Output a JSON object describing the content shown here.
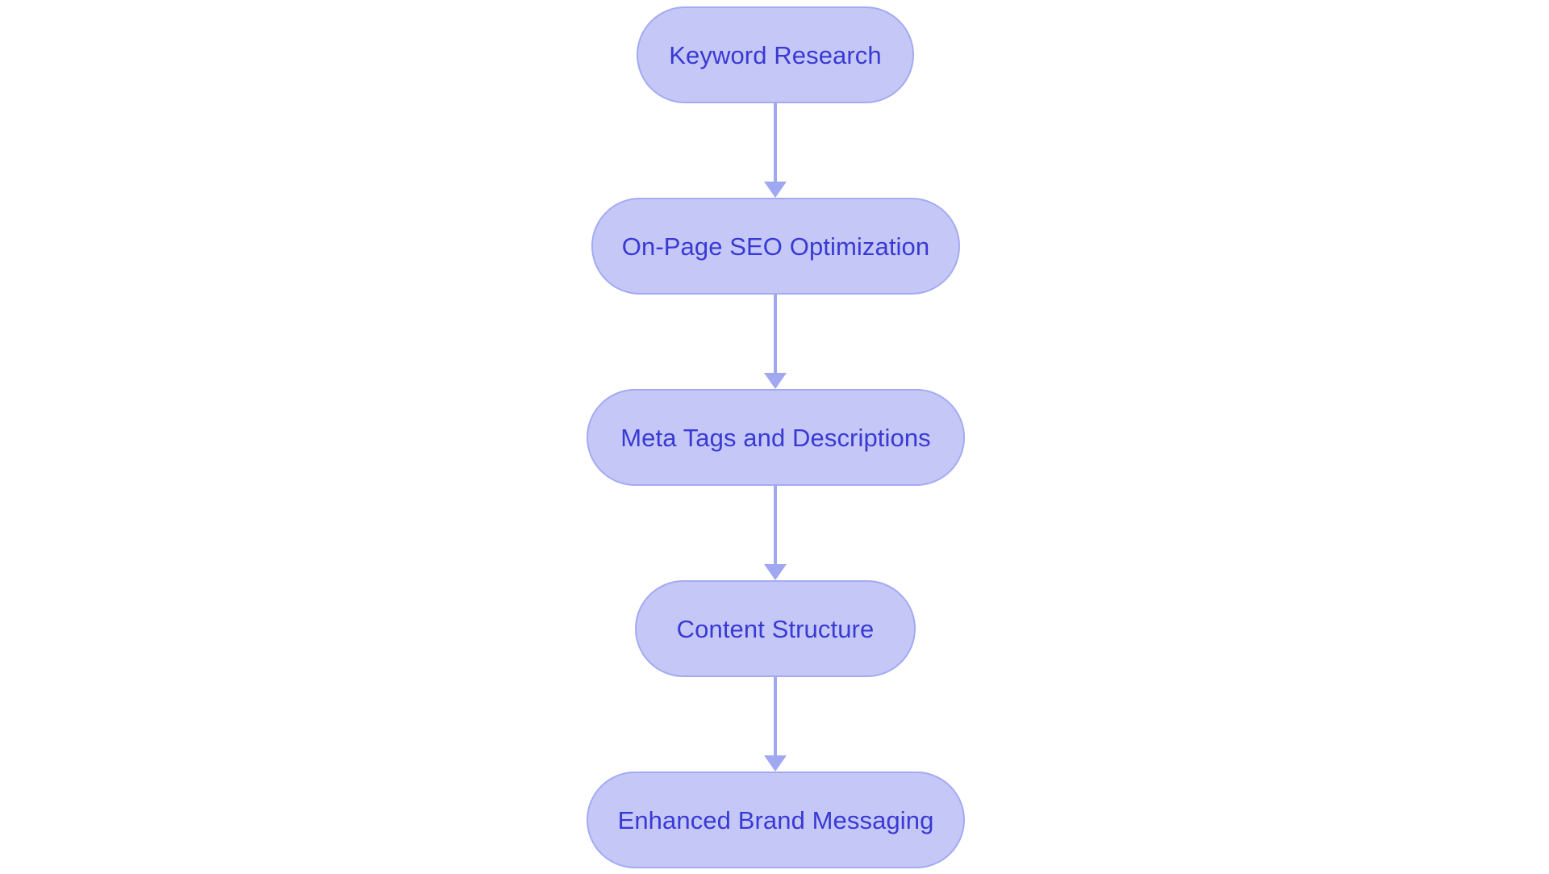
{
  "diagram": {
    "type": "flowchart",
    "orientation": "vertical-top-to-bottom",
    "background_color": "#ffffff",
    "node_fill_color": "#c5c8f7",
    "node_border_color": "#a3aaf2",
    "node_text_color": "#3939d4",
    "connector_color": "#9fa8f0",
    "node_count": 5,
    "connector_count": 4,
    "nodes": [
      {
        "id": "keyword-research",
        "label": "Keyword Research"
      },
      {
        "id": "on-page-seo",
        "label": "On-Page SEO Optimization"
      },
      {
        "id": "meta-tags",
        "label": "Meta Tags and Descriptions"
      },
      {
        "id": "content-structure",
        "label": "Content Structure"
      },
      {
        "id": "enhanced-brand-message",
        "label": "Enhanced Brand Messaging"
      }
    ],
    "connectors": [
      {
        "id": "edge-0",
        "from": "keyword-research",
        "to": "on-page-seo",
        "arrow": "down-arrow-icon"
      },
      {
        "id": "edge-1",
        "from": "on-page-seo",
        "to": "meta-tags",
        "arrow": "down-arrow-icon"
      },
      {
        "id": "edge-2",
        "from": "meta-tags",
        "to": "content-structure",
        "arrow": "down-arrow-icon"
      },
      {
        "id": "edge-3",
        "from": "content-structure",
        "to": "enhanced-brand-message",
        "arrow": "down-arrow-icon"
      }
    ]
  }
}
